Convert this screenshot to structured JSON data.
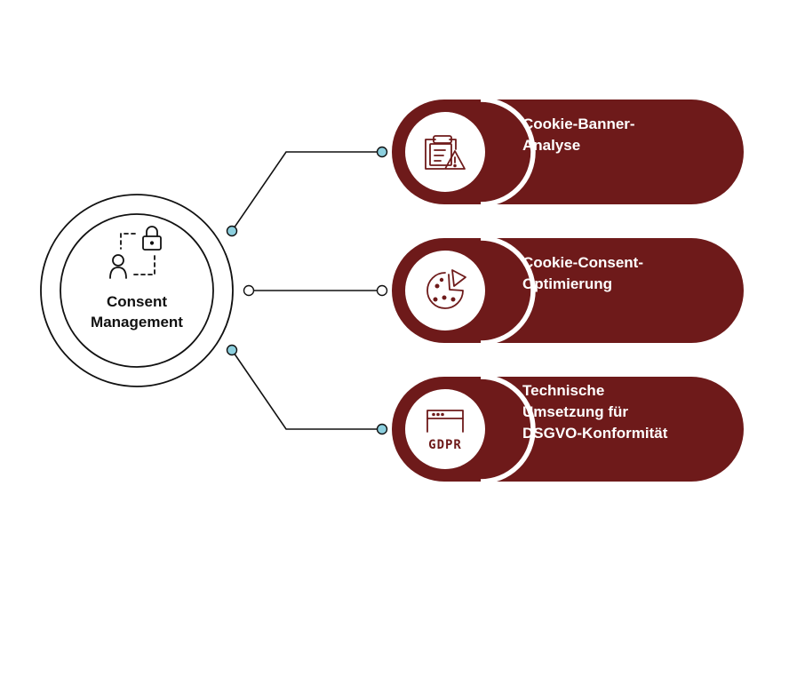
{
  "center": {
    "line1": "Consent",
    "line2": "Management",
    "icon": "user-lock-icon"
  },
  "items": [
    {
      "line1": "Cookie-Banner-",
      "line2": "Analyse",
      "icon": "clipboard-warning-icon"
    },
    {
      "line1": "Cookie-Consent-",
      "line2": "Optimierung",
      "icon": "cookie-icon"
    },
    {
      "line1": "Technische",
      "line2": "Umsetzung für",
      "line3": "DSGVO-Konformität",
      "icon": "gdpr-browser-icon",
      "icon_text": "GDPR"
    }
  ],
  "colors": {
    "accent": "#6e1a1a",
    "connector_dot": "#8ccfde",
    "line": "#111111"
  }
}
